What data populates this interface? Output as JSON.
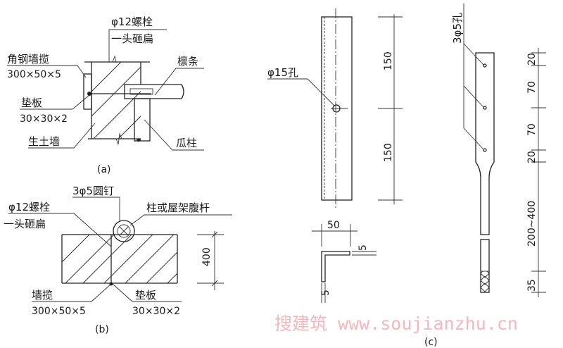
{
  "panel_a": {
    "caption": "(a)",
    "bolt_label": "φ12螺栓",
    "bolt_note": "一头砸扁",
    "angle_label": "角钢墙揽",
    "angle_size": "300×50×5",
    "pad_label": "垫板",
    "pad_size": "30×30×2",
    "wall_label": "生土墙",
    "purlin_label": "檩条",
    "post_label": "瓜柱"
  },
  "panel_b": {
    "caption": "(b)",
    "nail_label": "3φ5圆钉",
    "bolt_label": "φ12螺栓",
    "bolt_note": "一头砸扁",
    "member_label": "柱或屋架腹杆",
    "height_dim": "400",
    "tie_label": "墙揽",
    "tie_size": "300×50×5",
    "pad_label": "垫板",
    "pad_size": "30×30×2"
  },
  "panel_c": {
    "caption": "(c)",
    "hole_label": "φ15孔",
    "dim_upper": "150",
    "dim_lower": "150",
    "section_width": "50",
    "thickness_h": "5",
    "thickness_v": "5",
    "strap_holes_label": "3φ5孔",
    "strap_dims": [
      "20",
      "70",
      "70",
      "20",
      "200~400",
      "35"
    ]
  },
  "watermark": "搜建筑 www.soujianzhu.cn"
}
